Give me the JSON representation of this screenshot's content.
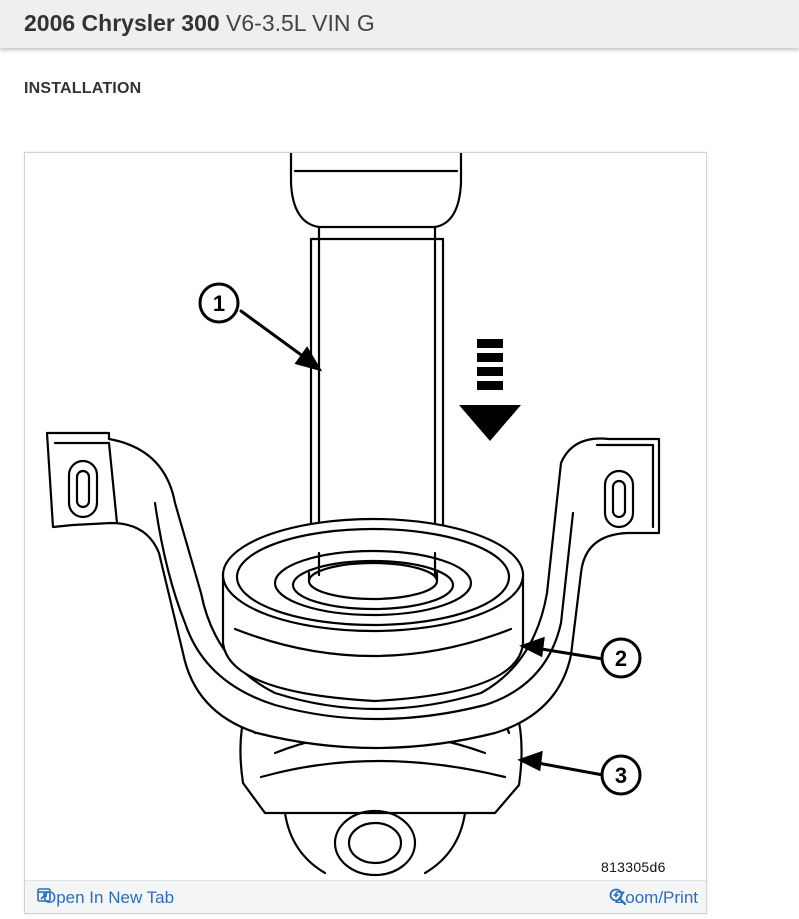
{
  "header": {
    "make_model": "2006 Chrysler 300",
    "engine": "V6-3.5L VIN G"
  },
  "section": {
    "title": "INSTALLATION"
  },
  "figure": {
    "callouts": [
      "1",
      "2",
      "3"
    ],
    "code": "813305d6",
    "open_tab_label": "Open In New Tab",
    "zoom_print_label": "Zoom/Print",
    "icons": {
      "open_tab": "open-new-tab-icon",
      "zoom": "magnifier-zoom-icon"
    },
    "link_color": "#2a6ebb"
  }
}
